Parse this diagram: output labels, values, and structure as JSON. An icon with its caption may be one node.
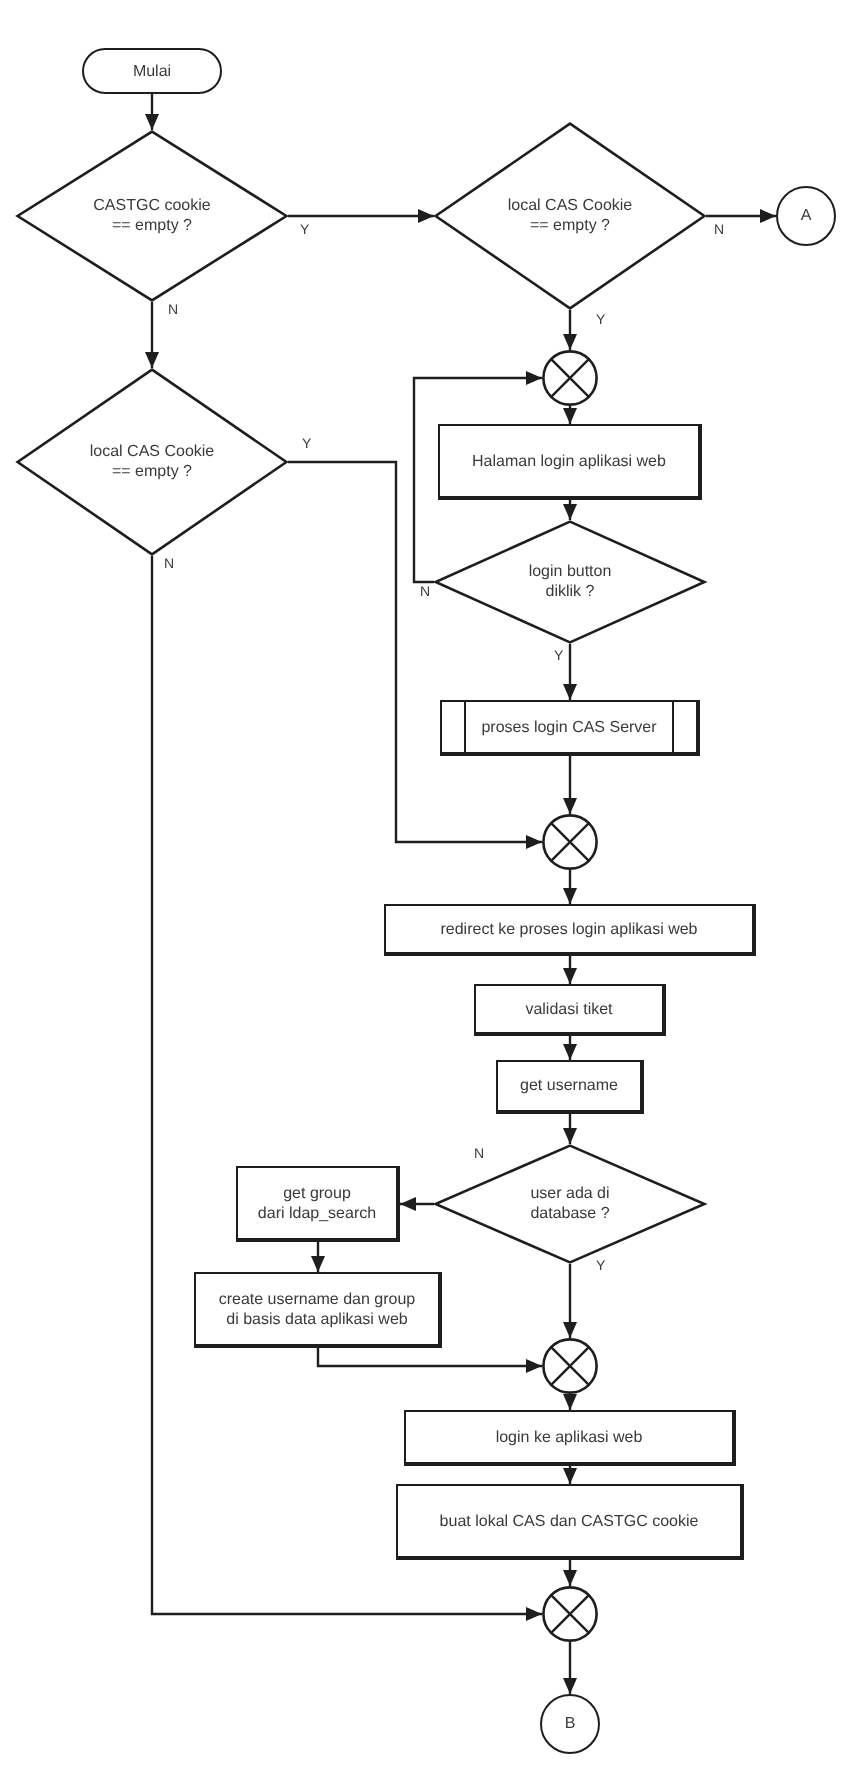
{
  "diagram": {
    "nodes": [
      {
        "text": [
          "Mulai"
        ]
      },
      {
        "text": [
          "CASTGC cookie == empty ?"
        ]
      },
      {
        "text": [
          "local CAS Cookie == empty ?"
        ]
      },
      {
        "text": [
          "A"
        ]
      },
      {
        "text": [],
        "shape": "circle"
      },
      {
        "text": [
          "local CAS Cookie == empty ?"
        ]
      },
      {
        "text": [
          "Halaman login aplikasi web"
        ]
      },
      {
        "text": [
          "login button diklik ?"
        ]
      },
      {
        "text": [
          "proses login CAS Server"
        ]
      },
      {
        "text": [],
        "shape": "circle"
      },
      {
        "text": [
          "redirect ke proses login aplikasi web"
        ]
      },
      {
        "text": [
          "validasi tiket"
        ]
      },
      {
        "text": [
          "get username"
        ]
      },
      {
        "text": [
          "user ada di database ?"
        ]
      },
      {
        "text": [
          "get group dari ldap_search"
        ]
      },
      {
        "text": [
          "create username dan group di basis data aplikasi web"
        ]
      },
      {
        "text": [],
        "shape": "circle"
      },
      {
        "text": [
          "login ke aplikasi web"
        ]
      },
      {
        "text": [
          "buat lokal CAS dan CASTGC cookie"
        ]
      },
      {
        "text": [],
        "shape": "circle"
      },
      {
        "text": [
          "B"
        ]
      }
    ],
    "edges": [
      {
        "from": 0,
        "to": 1,
        "arrow": "to"
      },
      {
        "from": 1,
        "to": 2,
        "arrow": "to",
        "label": "Y"
      },
      {
        "from": 1,
        "to": 5,
        "arrow": "to",
        "label": "N"
      },
      {
        "from": 2,
        "to": 3,
        "arrow": "to",
        "label": "N"
      },
      {
        "from": 2,
        "to": 4,
        "arrow": "to",
        "label": "Y"
      },
      {
        "from": 4,
        "to": 6,
        "arrow": "to"
      },
      {
        "from": 6,
        "to": 7,
        "arrow": "to"
      },
      {
        "from": 7,
        "to": 4,
        "arrow": "to",
        "label": "N"
      },
      {
        "from": 7,
        "to": 8,
        "arrow": "to",
        "label": "Y"
      },
      {
        "from": 5,
        "to": 9,
        "arrow": "to",
        "label": "Y"
      },
      {
        "from": 5,
        "to": 19,
        "arrow": "to",
        "label": "N"
      },
      {
        "from": 8,
        "to": 9,
        "arrow": "to"
      },
      {
        "from": 9,
        "to": 10,
        "arrow": "to"
      },
      {
        "from": 10,
        "to": 11,
        "arrow": "to"
      },
      {
        "from": 11,
        "to": 12,
        "arrow": "to"
      },
      {
        "from": 12,
        "to": 13,
        "arrow": "to"
      },
      {
        "from": 13,
        "to": 14,
        "arrow": "to",
        "label": "N"
      },
      {
        "from": 13,
        "to": 16,
        "arrow": "to",
        "label": "Y"
      },
      {
        "from": 14,
        "to": 15,
        "arrow": "to"
      },
      {
        "from": 15,
        "to": 16,
        "arrow": "to"
      },
      {
        "from": 16,
        "to": 17,
        "arrow": "to"
      },
      {
        "from": 17,
        "to": 18,
        "arrow": "to"
      },
      {
        "from": 18,
        "to": 19,
        "arrow": "to"
      },
      {
        "from": 19,
        "to": 20,
        "arrow": "to"
      }
    ]
  }
}
